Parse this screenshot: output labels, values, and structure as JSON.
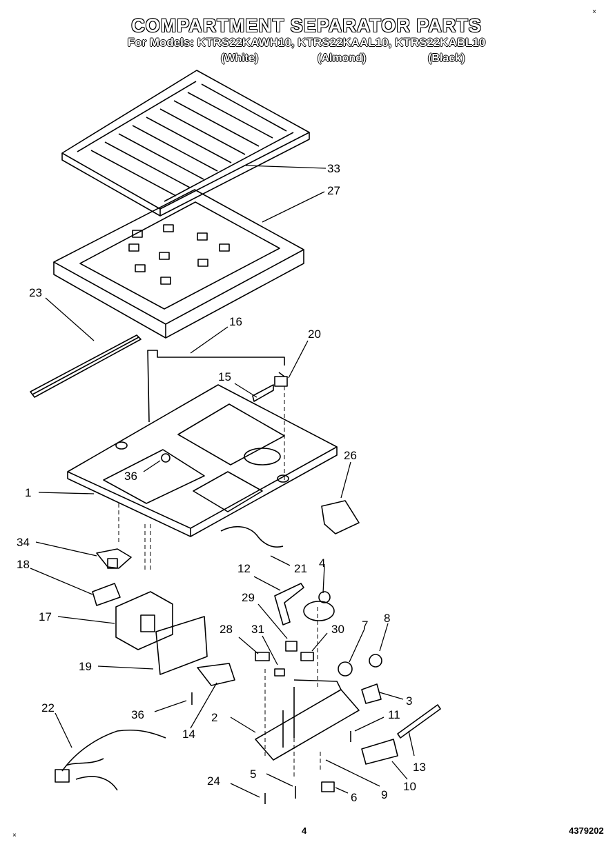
{
  "title": "COMPARTMENT SEPARATOR PARTS",
  "models_line": "For Models: KTRS22KAWH10, KTRS22KAAL10, KTRS22KABL10",
  "colors": [
    "(White)",
    "(Almond)",
    "(Black)"
  ],
  "part_labels": [
    "33",
    "27",
    "23",
    "16",
    "20",
    "15",
    "26",
    "1",
    "36",
    "34",
    "21",
    "4",
    "12",
    "18",
    "29",
    "8",
    "7",
    "17",
    "28",
    "31",
    "30",
    "19",
    "3",
    "22",
    "36",
    "11",
    "2",
    "14",
    "13",
    "5",
    "10",
    "24",
    "9",
    "6"
  ],
  "page_number": "4",
  "document_number": "4379202",
  "corner_marks": [
    "×",
    "×"
  ]
}
